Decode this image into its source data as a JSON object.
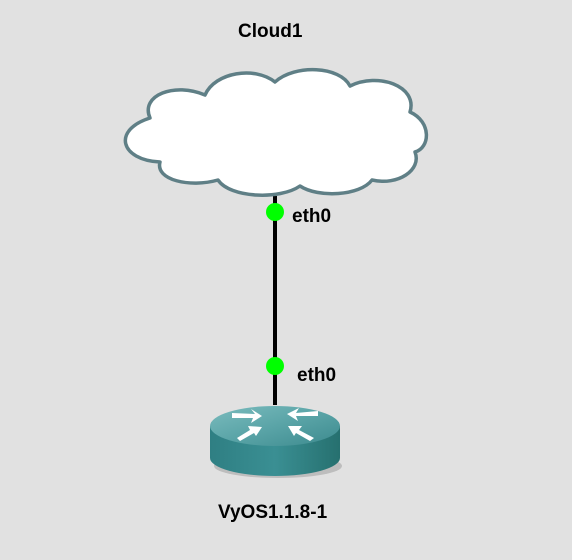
{
  "topology": {
    "nodes": {
      "cloud": {
        "name": "Cloud1",
        "icon": "cloud-icon",
        "port": "eth0"
      },
      "router": {
        "name": "VyOS1.1.8-1",
        "icon": "router-icon",
        "port": "eth0"
      }
    },
    "link": {
      "from": "Cloud1",
      "to": "VyOS1.1.8-1",
      "status": "up"
    }
  },
  "colors": {
    "background": "#e1e1e1",
    "port_up": "#00ff00",
    "link": "#000000",
    "cloud_stroke": "#5f7f86",
    "router_body": "#2f8185",
    "router_top": "#59a3a6"
  }
}
